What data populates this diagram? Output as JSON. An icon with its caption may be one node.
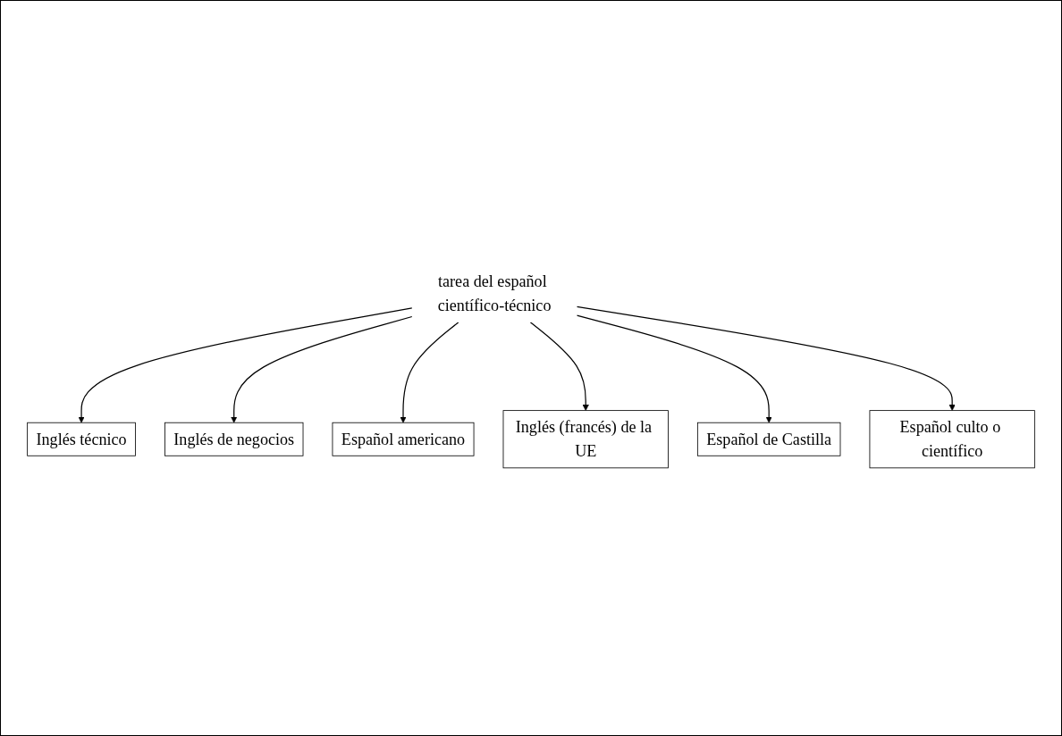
{
  "diagram": {
    "nodes": [
      {
        "text": [
          "Inglés técnico"
        ]
      },
      {
        "text": [
          "Inglés de negocios"
        ]
      },
      {
        "text": [
          "Español americano"
        ]
      },
      {
        "text": [
          "tarea del español científico-técnico"
        ]
      },
      {
        "text": [
          "Inglés (francés) de la UE"
        ]
      },
      {
        "text": [
          "Español de Castilla"
        ]
      },
      {
        "text": [
          "Español culto o científico"
        ]
      }
    ],
    "edges": [
      {
        "from": 3,
        "to": 0,
        "arrow": "to"
      },
      {
        "from": 3,
        "to": 1,
        "arrow": "to"
      },
      {
        "from": 3,
        "to": 2,
        "arrow": "to"
      },
      {
        "from": 3,
        "to": 4,
        "arrow": "to"
      },
      {
        "from": 3,
        "to": 5,
        "arrow": "to"
      },
      {
        "from": 3,
        "to": 6,
        "arrow": "to"
      }
    ]
  }
}
